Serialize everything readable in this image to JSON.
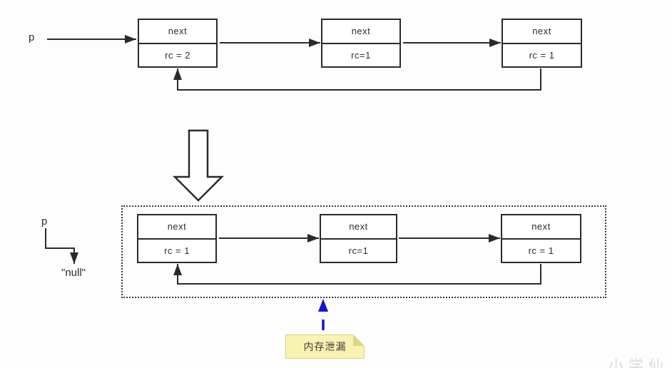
{
  "top_diagram": {
    "pointer": "p",
    "nodes": [
      {
        "field": "next",
        "rc": "rc = 2"
      },
      {
        "field": "next",
        "rc": "rc=1"
      },
      {
        "field": "next",
        "rc": "rc = 1"
      }
    ]
  },
  "bottom_diagram": {
    "pointer": "p",
    "null_label": "\"null\"",
    "nodes": [
      {
        "field": "next",
        "rc": "rc = 1"
      },
      {
        "field": "next",
        "rc": "rc=1"
      },
      {
        "field": "next",
        "rc": "rc = 1"
      }
    ]
  },
  "note": {
    "text": "内存泄漏"
  },
  "watermark": "小学仙",
  "colors": {
    "line": "#2a2a2a",
    "blue_arrow": "#1313cf",
    "note_fill": "#f8f3b2",
    "note_fold": "#e0d584",
    "background": "#fdfdfd"
  }
}
